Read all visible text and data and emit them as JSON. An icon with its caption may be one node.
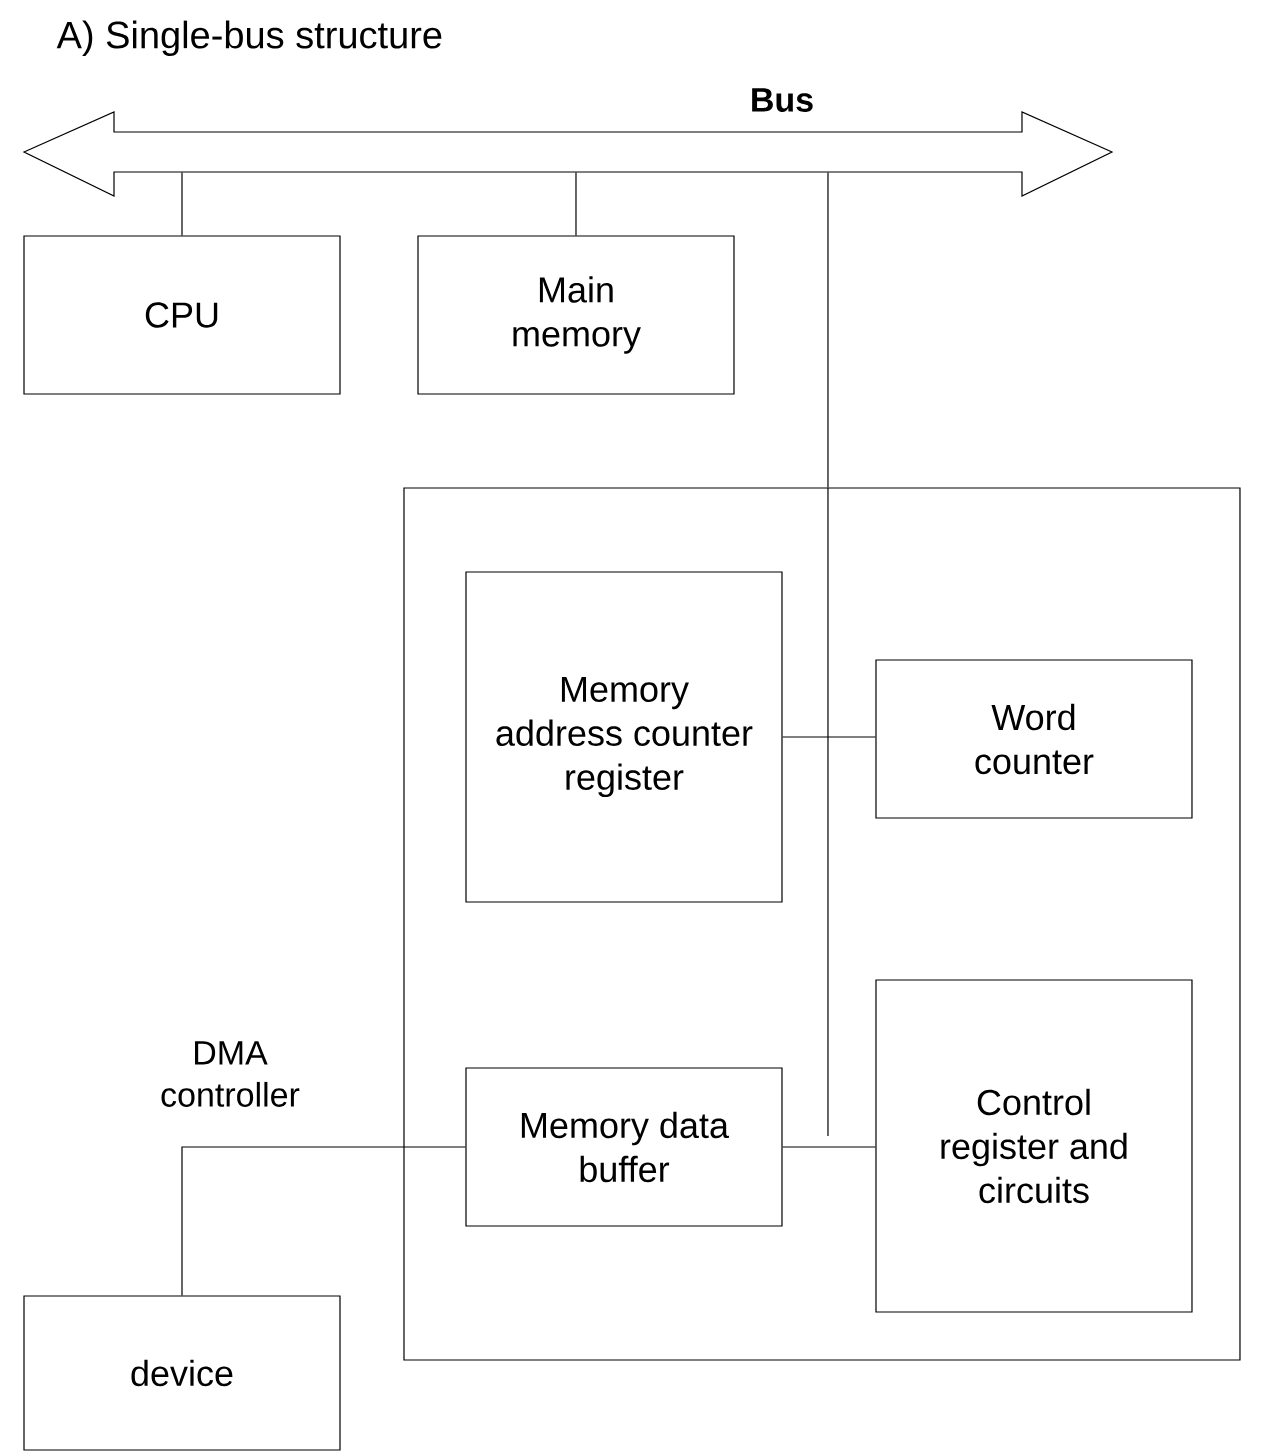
{
  "diagram": {
    "title": "A) Single-bus structure",
    "nodes": [
      {
        "text": [
          "Bus"
        ]
      },
      {
        "text": [
          "CPU"
        ]
      },
      {
        "text": [
          "Main memory"
        ]
      },
      {
        "text": [
          "DMA controller"
        ]
      },
      {
        "text": [
          "Memory address counter register"
        ],
        "in": 3
      },
      {
        "text": [
          "Word counter"
        ],
        "in": 3
      },
      {
        "text": [
          "Memory data buffer"
        ],
        "in": 3
      },
      {
        "text": [
          "Control register and circuits"
        ],
        "in": 3
      },
      {
        "text": [
          "device"
        ]
      }
    ],
    "edges": [
      {
        "from": 0,
        "to": 1,
        "arrow": "none"
      },
      {
        "from": 0,
        "to": 2,
        "arrow": "none"
      },
      {
        "from": 0,
        "to": 3,
        "arrow": "none"
      },
      {
        "from": 4,
        "to": 5,
        "arrow": "none"
      },
      {
        "from": 6,
        "to": 7,
        "arrow": "none"
      },
      {
        "from": 8,
        "to": 6,
        "arrow": "none"
      }
    ]
  }
}
